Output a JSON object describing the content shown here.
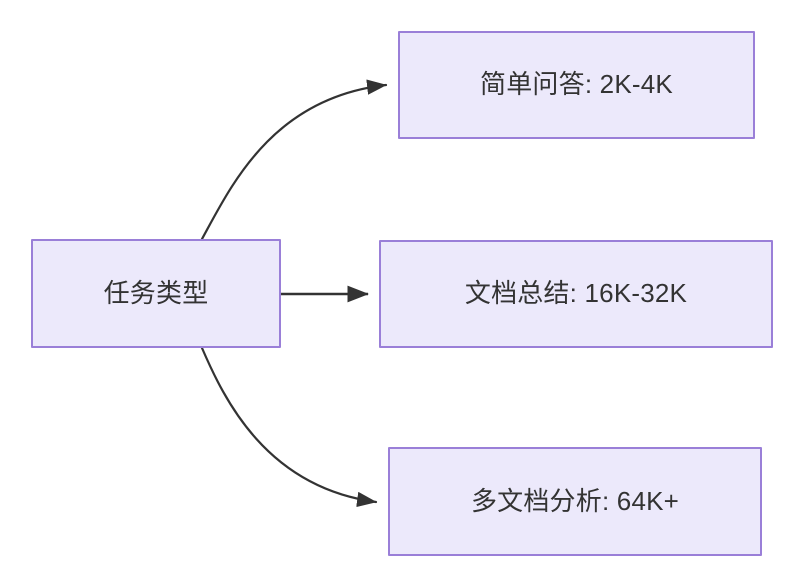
{
  "diagram": {
    "type": "flowchart",
    "direction": "left-to-right",
    "background_color": "#ffffff",
    "node_fill_color": "#ece9fb",
    "node_border_color": "#9a7fd8",
    "node_text_color": "#333333",
    "edge_color": "#333333",
    "nodes": [
      {
        "id": "source",
        "label": "任务类型"
      },
      {
        "id": "simple",
        "label": "简单问答: 2K-4K"
      },
      {
        "id": "summary",
        "label": "文档总结: 16K-32K"
      },
      {
        "id": "multi",
        "label": "多文档分析: 64K+"
      }
    ],
    "edges": [
      {
        "from": "source",
        "to": "simple",
        "label": "",
        "style": "curved",
        "arrow": "arrow-head-icon"
      },
      {
        "from": "source",
        "to": "summary",
        "label": "",
        "style": "straight",
        "arrow": "arrow-head-icon"
      },
      {
        "from": "source",
        "to": "multi",
        "label": "",
        "style": "curved",
        "arrow": "arrow-head-icon"
      }
    ]
  }
}
